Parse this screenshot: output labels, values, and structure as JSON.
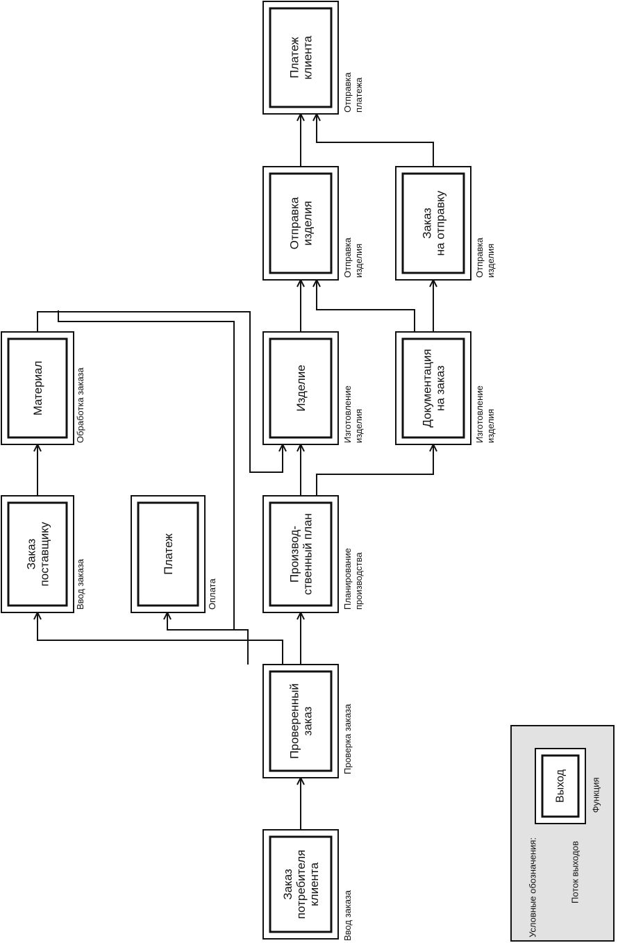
{
  "boxes": [
    {
      "key": "customer_order",
      "output": [
        "Заказ",
        "потребителя",
        "клиента"
      ],
      "function": [
        "Ввод заказа"
      ]
    },
    {
      "key": "checked_order",
      "output": [
        "Проверенный",
        "заказ"
      ],
      "function": [
        "Проверка заказа"
      ]
    },
    {
      "key": "supplier_order",
      "output": [
        "Заказ",
        "поставщику"
      ],
      "function": [
        "Ввод заказа"
      ]
    },
    {
      "key": "material",
      "output": [
        "Материал"
      ],
      "function": [
        "Обработка заказа"
      ]
    },
    {
      "key": "payment",
      "output": [
        "Платеж"
      ],
      "function": [
        "Оплата"
      ]
    },
    {
      "key": "production_plan",
      "output": [
        "Производ-",
        "ственный план"
      ],
      "function": [
        "Планирование",
        "производства"
      ]
    },
    {
      "key": "product",
      "output": [
        "Изделие"
      ],
      "function": [
        "Изготовление",
        "изделия"
      ]
    },
    {
      "key": "documentation",
      "output": [
        "Документация",
        "на заказ"
      ],
      "function": [
        "Изготовление",
        "изделия"
      ]
    },
    {
      "key": "product_shipment",
      "output": [
        "Отправка",
        "изделия"
      ],
      "function": [
        "Отправка",
        "изделия"
      ]
    },
    {
      "key": "shipping_order",
      "output": [
        "Заказ",
        "на отправку"
      ],
      "function": [
        "Отправка",
        "изделия"
      ]
    },
    {
      "key": "customer_payment",
      "output": [
        "Платеж",
        "клиента"
      ],
      "function": [
        "Отправка",
        "платежа"
      ]
    }
  ],
  "legend": {
    "title": "Условные обозначения:",
    "flow_label": "Поток выходов",
    "output_label": "Выход",
    "function_label": "Функция"
  }
}
